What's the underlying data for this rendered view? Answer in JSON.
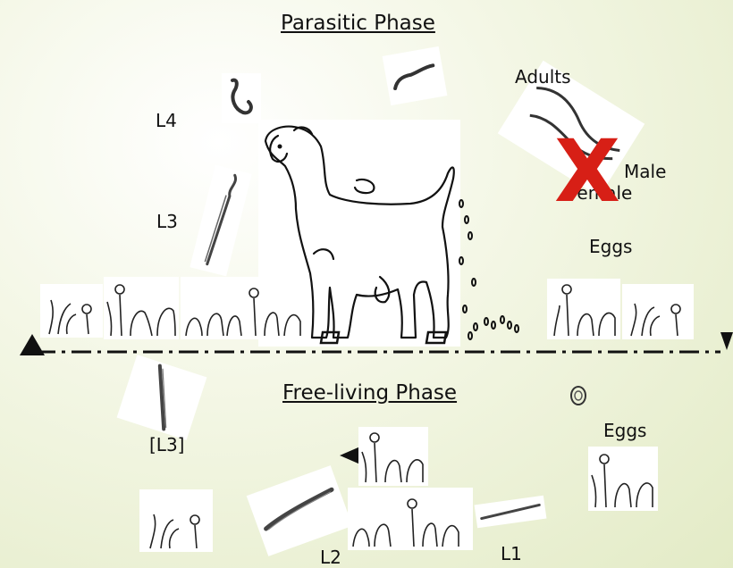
{
  "phases": {
    "parasitic": "Parasitic Phase",
    "free_living": "Free-living Phase"
  },
  "labels": {
    "l4": "L4",
    "l3": "L3",
    "adults": "Adults",
    "male": "Male",
    "female": "Female",
    "eggs_top": "Eggs",
    "eggs_bottom": "Eggs",
    "l3_bracketed": "[L3]",
    "l2": "L2",
    "l1": "L1"
  },
  "marks": {
    "cross": "X"
  },
  "colors": {
    "background": "#eef3d9",
    "cross": "#d71f16",
    "text": "#111111"
  }
}
